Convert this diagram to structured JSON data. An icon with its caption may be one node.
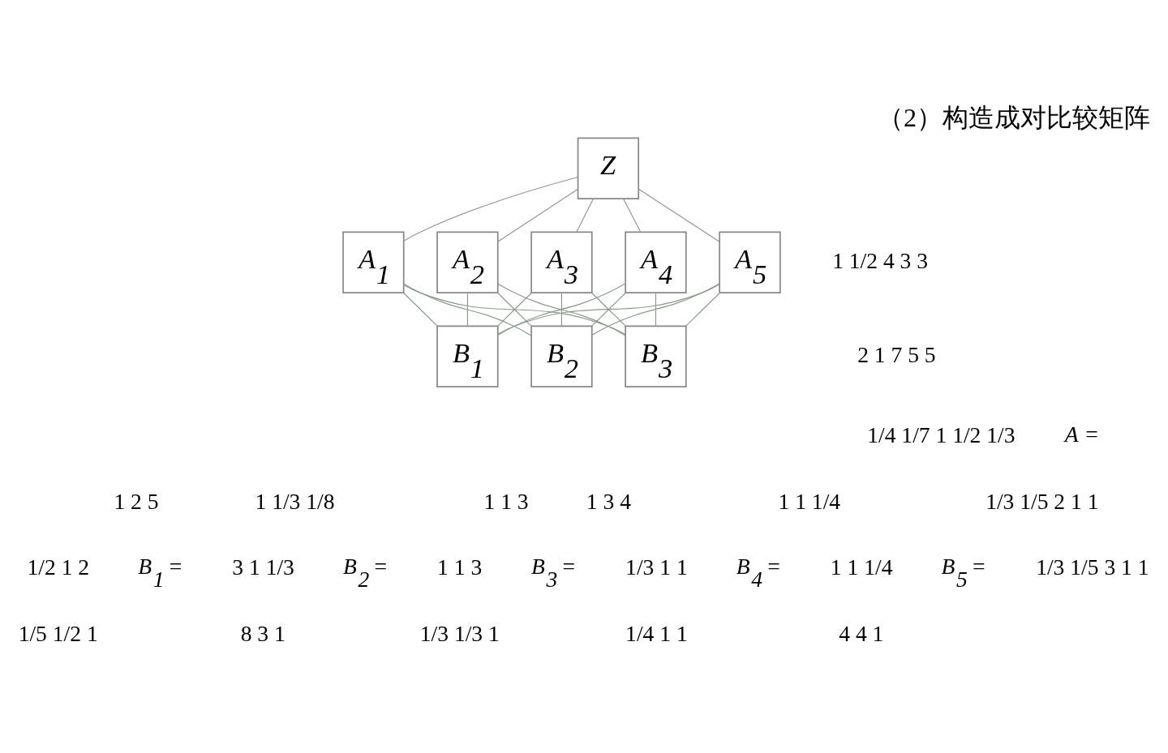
{
  "diagram": {
    "title": "（2）构造成对比较矩阵",
    "nodes": [
      {
        "text": [
          "Z"
        ]
      },
      {
        "text": [
          "A$_{1}$"
        ]
      },
      {
        "text": [
          "A$_{2}$"
        ]
      },
      {
        "text": [
          "A$_{3}$"
        ]
      },
      {
        "text": [
          "A$_{4}$"
        ]
      },
      {
        "text": [
          "A$_{5}$"
        ]
      },
      {
        "text": [
          "B$_{1}$"
        ]
      },
      {
        "text": [
          "B$_{2}$"
        ]
      },
      {
        "text": [
          "B$_{3}$"
        ]
      }
    ],
    "edges": [
      {
        "from": 0,
        "to": 1,
        "arrow": "none"
      },
      {
        "from": 0,
        "to": 2,
        "arrow": "none"
      },
      {
        "from": 0,
        "to": 3,
        "arrow": "none"
      },
      {
        "from": 0,
        "to": 4,
        "arrow": "none"
      },
      {
        "from": 0,
        "to": 5,
        "arrow": "none"
      },
      {
        "from": 1,
        "to": 6,
        "arrow": "none"
      },
      {
        "from": 1,
        "to": 7,
        "arrow": "none"
      },
      {
        "from": 1,
        "to": 8,
        "arrow": "none"
      },
      {
        "from": 2,
        "to": 6,
        "arrow": "none"
      },
      {
        "from": 2,
        "to": 7,
        "arrow": "none"
      },
      {
        "from": 2,
        "to": 8,
        "arrow": "none"
      },
      {
        "from": 3,
        "to": 6,
        "arrow": "none"
      },
      {
        "from": 3,
        "to": 7,
        "arrow": "none"
      },
      {
        "from": 3,
        "to": 8,
        "arrow": "none"
      },
      {
        "from": 4,
        "to": 6,
        "arrow": "none"
      },
      {
        "from": 4,
        "to": 7,
        "arrow": "none"
      },
      {
        "from": 4,
        "to": 8,
        "arrow": "none"
      },
      {
        "from": 5,
        "to": 6,
        "arrow": "none"
      },
      {
        "from": 5,
        "to": 7,
        "arrow": "none"
      },
      {
        "from": 5,
        "to": 8,
        "arrow": "none"
      }
    ],
    "labels": [
      "A =",
      "1 1/2 4 3 3",
      "2 1 7 5 5",
      "1/4 1/7 1 1/2 1/3",
      "1/3 1/5 2 1 1",
      "1/3 1/5 3 1 1",
      "B$_{1}$ =",
      "1 2 5",
      "1/2 1 2",
      "1/5 1/2 1",
      "B$_{2}$ =",
      "1 1/3 1/8",
      "3 1 1/3",
      "8 3 1",
      "B$_{3}$ =",
      "1 1 3",
      "1 1 3",
      "1/3 1/3 1",
      "B$_{4}$ =",
      "1 3 4",
      "1/3 1 1",
      "1/4 1 1",
      "B$_{5}$ =",
      "1 1 1/4",
      "1 1 1/4",
      "4 4 1"
    ]
  }
}
